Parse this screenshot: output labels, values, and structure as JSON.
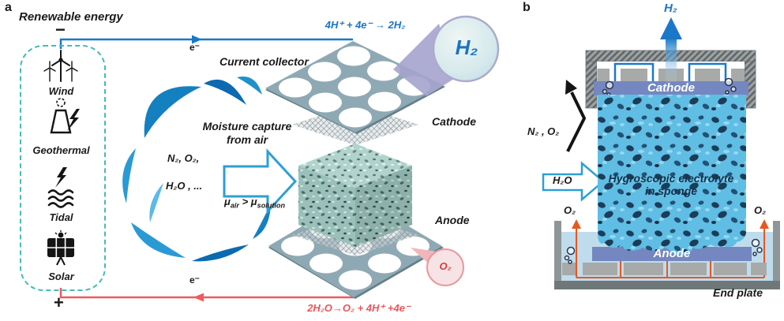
{
  "panel_a": {
    "label": "a",
    "header": "Renewable energy",
    "terminal_minus": "−",
    "terminal_plus": "+",
    "electron_top": "e⁻",
    "electron_bottom": "e⁻",
    "sources": [
      {
        "label": "Wind",
        "icon": "wind-turbine-icon"
      },
      {
        "label": "Geothermal",
        "icon": "geothermal-plant-icon"
      },
      {
        "label": "Tidal",
        "icon": "tidal-energy-icon"
      },
      {
        "label": "Solar",
        "icon": "solar-panel-icon"
      }
    ],
    "cloud": {
      "moisture_line1": "Moisture capture",
      "moisture_line2": "from air",
      "gases_line1": "N₂, O₂,",
      "gases_line2": "H₂O , ...",
      "mu_sym1": "μ",
      "mu_sub1": "air",
      "mu_rel": " > ",
      "mu_sym2": "μ",
      "mu_sub2": "solution"
    },
    "labels": {
      "current_collector": "Current collector",
      "cathode": "Cathode",
      "anode": "Anode"
    },
    "h2_bubble": "H₂",
    "o2_bubble": "O₂",
    "reaction_top": "4H⁺ + 4e⁻ → 2H₂",
    "reaction_bottom": "2H₂O→O₂ + 4H⁺ +4e⁻"
  },
  "panel_b": {
    "label": "b",
    "h2_out": "H₂",
    "cathode": "Cathode",
    "anode": "Anode",
    "n2o2": "N₂ , O₂",
    "h2o": "H₂O",
    "o2_left": "O₂",
    "o2_right": "O₂",
    "electrolyte_line1": "Hygroscopic electrolyte",
    "electrolyte_line2": "in sponge",
    "end_plate": "End plate"
  },
  "colors": {
    "wire_blue": "#1878c8",
    "wire_red": "#ee5a5f",
    "source_box_teal": "#43bcb6",
    "electrode_purple": "#7487c0",
    "oxygen_orange": "#e8571f",
    "sponge_blue": "#5fbce4",
    "sponge_teal": "#9fc9c1",
    "h2_text_blue": "#1b74c2",
    "o2_text_red": "#d93a40"
  }
}
